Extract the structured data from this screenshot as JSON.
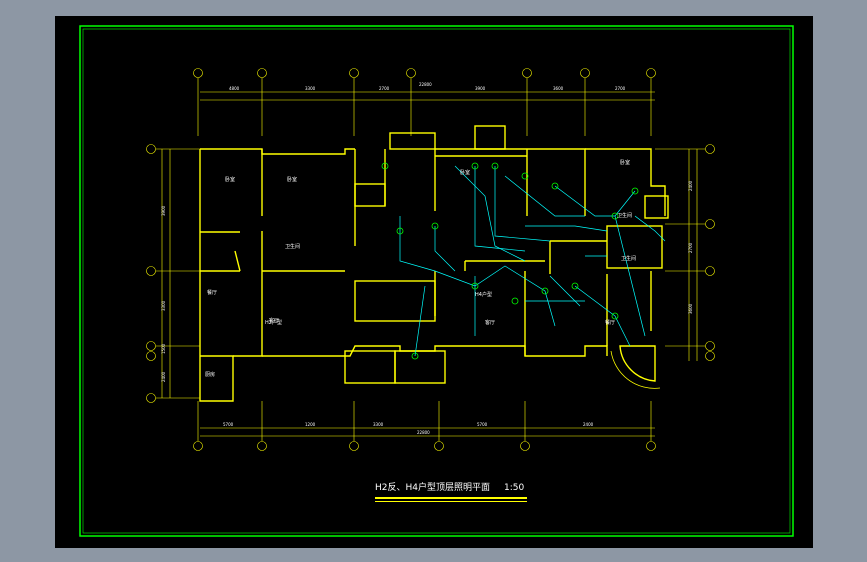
{
  "drawing": {
    "title": "H2反、H4户型顶层照明平面",
    "scale": "1:50"
  },
  "dimensions": {
    "top": [
      "4800",
      "3300",
      "2700",
      "3900",
      "3600",
      "2700"
    ],
    "top_total": "22800",
    "bottom": [
      "5700",
      "1200",
      "3300",
      "5700",
      "2400"
    ],
    "bottom_total": "22800",
    "left": [
      "3900",
      "3300",
      "1500",
      "2400"
    ],
    "right": [
      "2400",
      "2700",
      "3600"
    ]
  },
  "rooms": [
    {
      "name": "卧室"
    },
    {
      "name": "卧室"
    },
    {
      "name": "客厅"
    },
    {
      "name": "卫生间"
    },
    {
      "name": "餐厅"
    },
    {
      "name": "卧室"
    },
    {
      "name": "卧室"
    },
    {
      "name": "卫生间"
    },
    {
      "name": "卫生间"
    },
    {
      "name": "客厅"
    },
    {
      "name": "餐厅"
    },
    {
      "name": "厨房"
    }
  ],
  "unit_labels": [
    "H2户型",
    "H4户型"
  ],
  "colors": {
    "wall": "#ffff00",
    "wiring": "#00ffff",
    "fixture": "#00ff00",
    "frame": "#00ff00",
    "text": "#ffffff",
    "background": "#000000"
  }
}
